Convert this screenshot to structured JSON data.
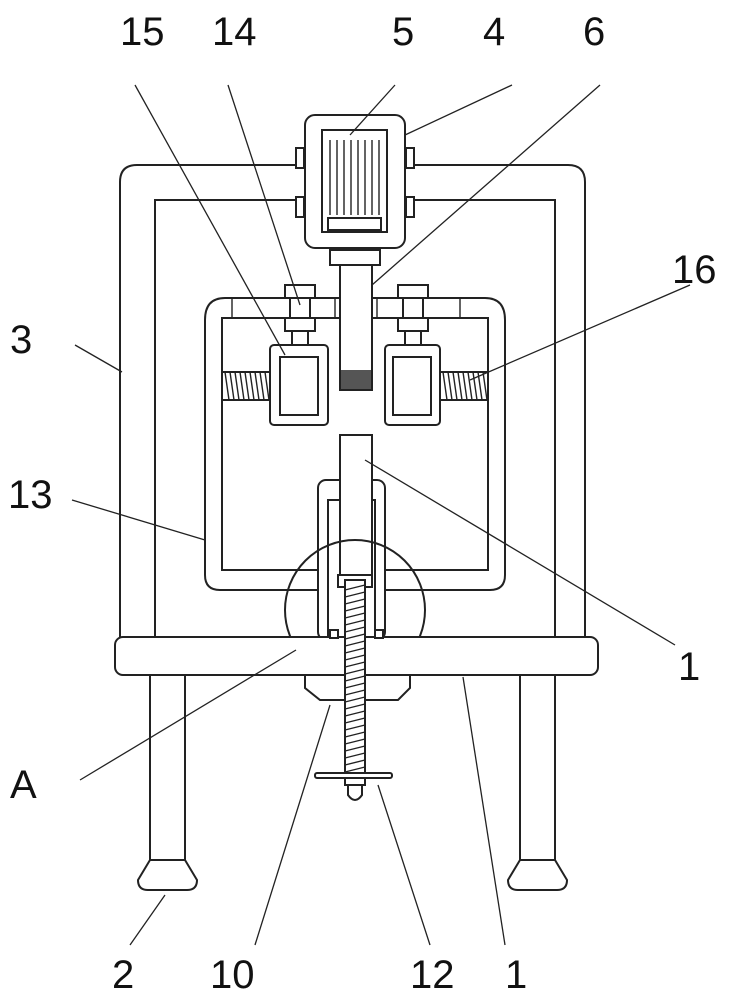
{
  "figure": {
    "type": "patent mechanical drawing",
    "labels": {
      "l15": "15",
      "l14": "14",
      "l5": "5",
      "l4": "4",
      "l6": "6",
      "l16": "16",
      "l3": "3",
      "l13": "13",
      "l1_right": "1",
      "lA": "A",
      "l2": "2",
      "l10": "10",
      "l12": "12",
      "l1_bottom": "1"
    }
  }
}
